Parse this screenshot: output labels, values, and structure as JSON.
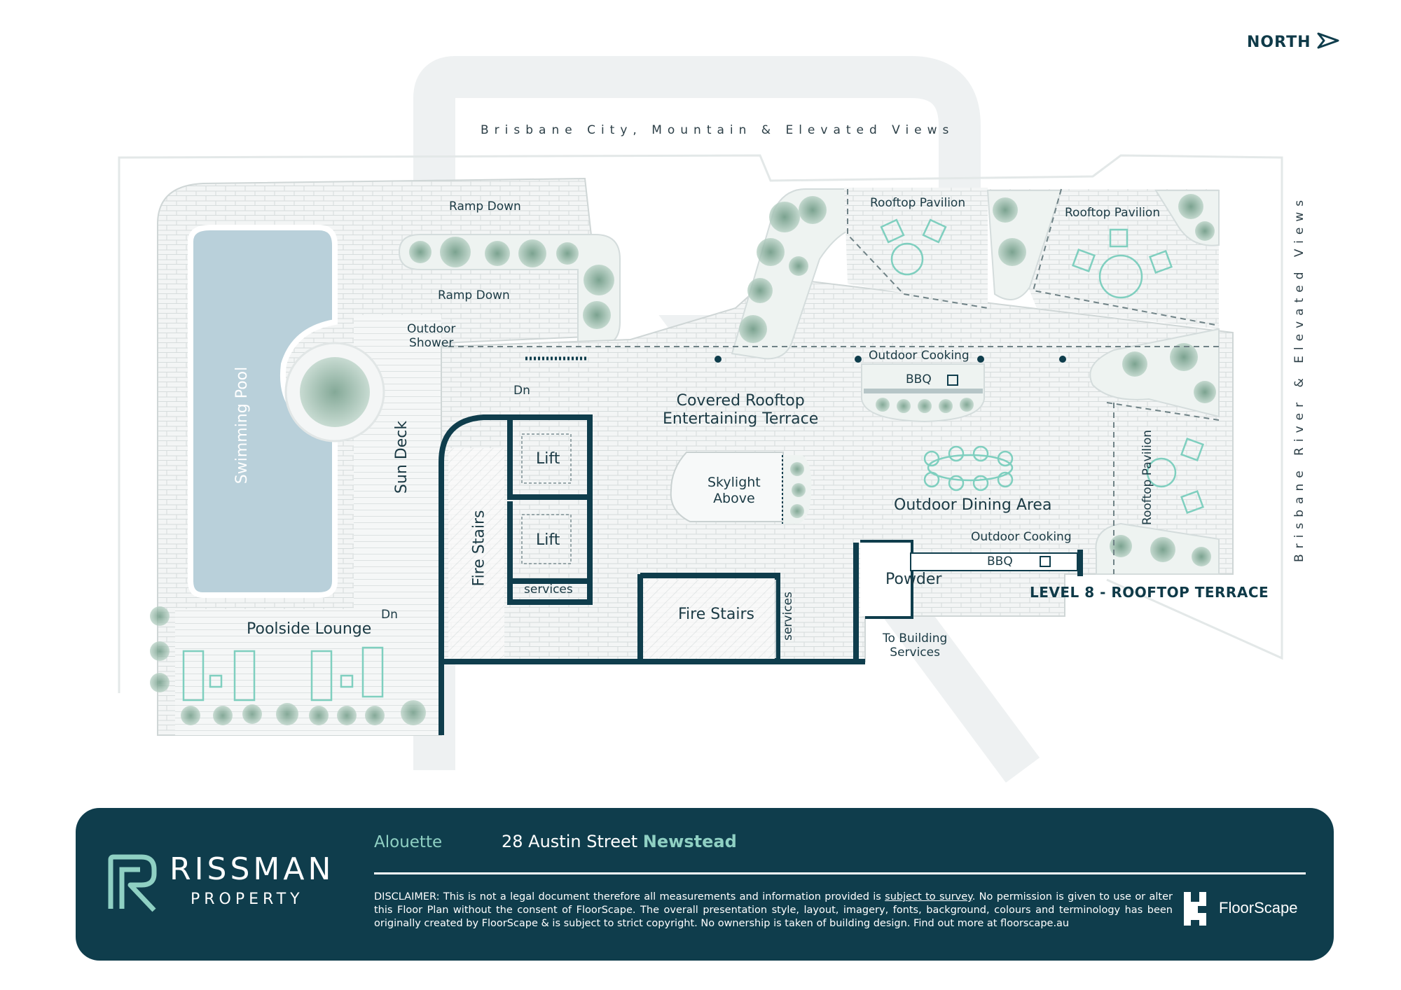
{
  "compass": {
    "label": "NORTH",
    "icon": "north-arrow-icon"
  },
  "views": {
    "top": "Brisbane City, Mountain & Elevated Views",
    "right": "Brisbane River & Elevated Views"
  },
  "rooms": {
    "ramp_down_1": "Ramp Down",
    "ramp_down_2": "Ramp Down",
    "outdoor_shower": "Outdoor\nShower",
    "swimming_pool": "Swimming Pool",
    "sun_deck": "Sun Deck",
    "poolside_lounge": "Poolside Lounge",
    "dn_1": "Dn",
    "dn_2": "Dn",
    "fire_stairs_left": "Fire Stairs",
    "lift_1": "Lift",
    "lift_2": "Lift",
    "services_1": "services",
    "services_2": "services",
    "fire_stairs_center": "Fire Stairs",
    "covered_terrace": "Covered Rooftop\nEntertaining Terrace",
    "skylight": "Skylight\nAbove",
    "rooftop_pavilion_1": "Rooftop Pavilion",
    "rooftop_pavilion_2": "Rooftop Pavilion",
    "rooftop_pavilion_3": "Rooftop Pavilion",
    "outdoor_cooking_1": "Outdoor Cooking",
    "bbq_1": "BBQ",
    "outdoor_cooking_2": "Outdoor Cooking",
    "bbq_2": "BBQ",
    "outdoor_dining": "Outdoor Dining Area",
    "powder": "Powder",
    "building_services": "To Building\nServices"
  },
  "level_title": "LEVEL 8 - ROOFTOP TERRACE",
  "colors": {
    "wall": "#0f3d4c",
    "pool": "#b7cfd9",
    "paving": "#f1f4f4",
    "plants": "#8fb3a3",
    "furniture": "#7fcfbf",
    "footer_bg": "#0f3d4c",
    "accent": "#8fd0c3"
  },
  "footer": {
    "brand_name": "RISSMAN",
    "brand_sub": "PROPERTY",
    "project": "Alouette",
    "address": "28 Austin Street",
    "suburb": "Newstead",
    "disclaimer_prefix": "DISCLAIMER: This is not a legal document therefore all measurements and information provided is ",
    "disclaimer_link": "subject to survey",
    "disclaimer_suffix": ". No permission is given to use or alter this Floor Plan without the consent of FloorScape. The overall presentation style, layout, imagery, fonts, background, colours and terminology has been originally created by FloorScape & is subject to strict copyright. No ownership is taken of building design. Find out more at floorscape.au",
    "floorscape": "FloorScape"
  }
}
